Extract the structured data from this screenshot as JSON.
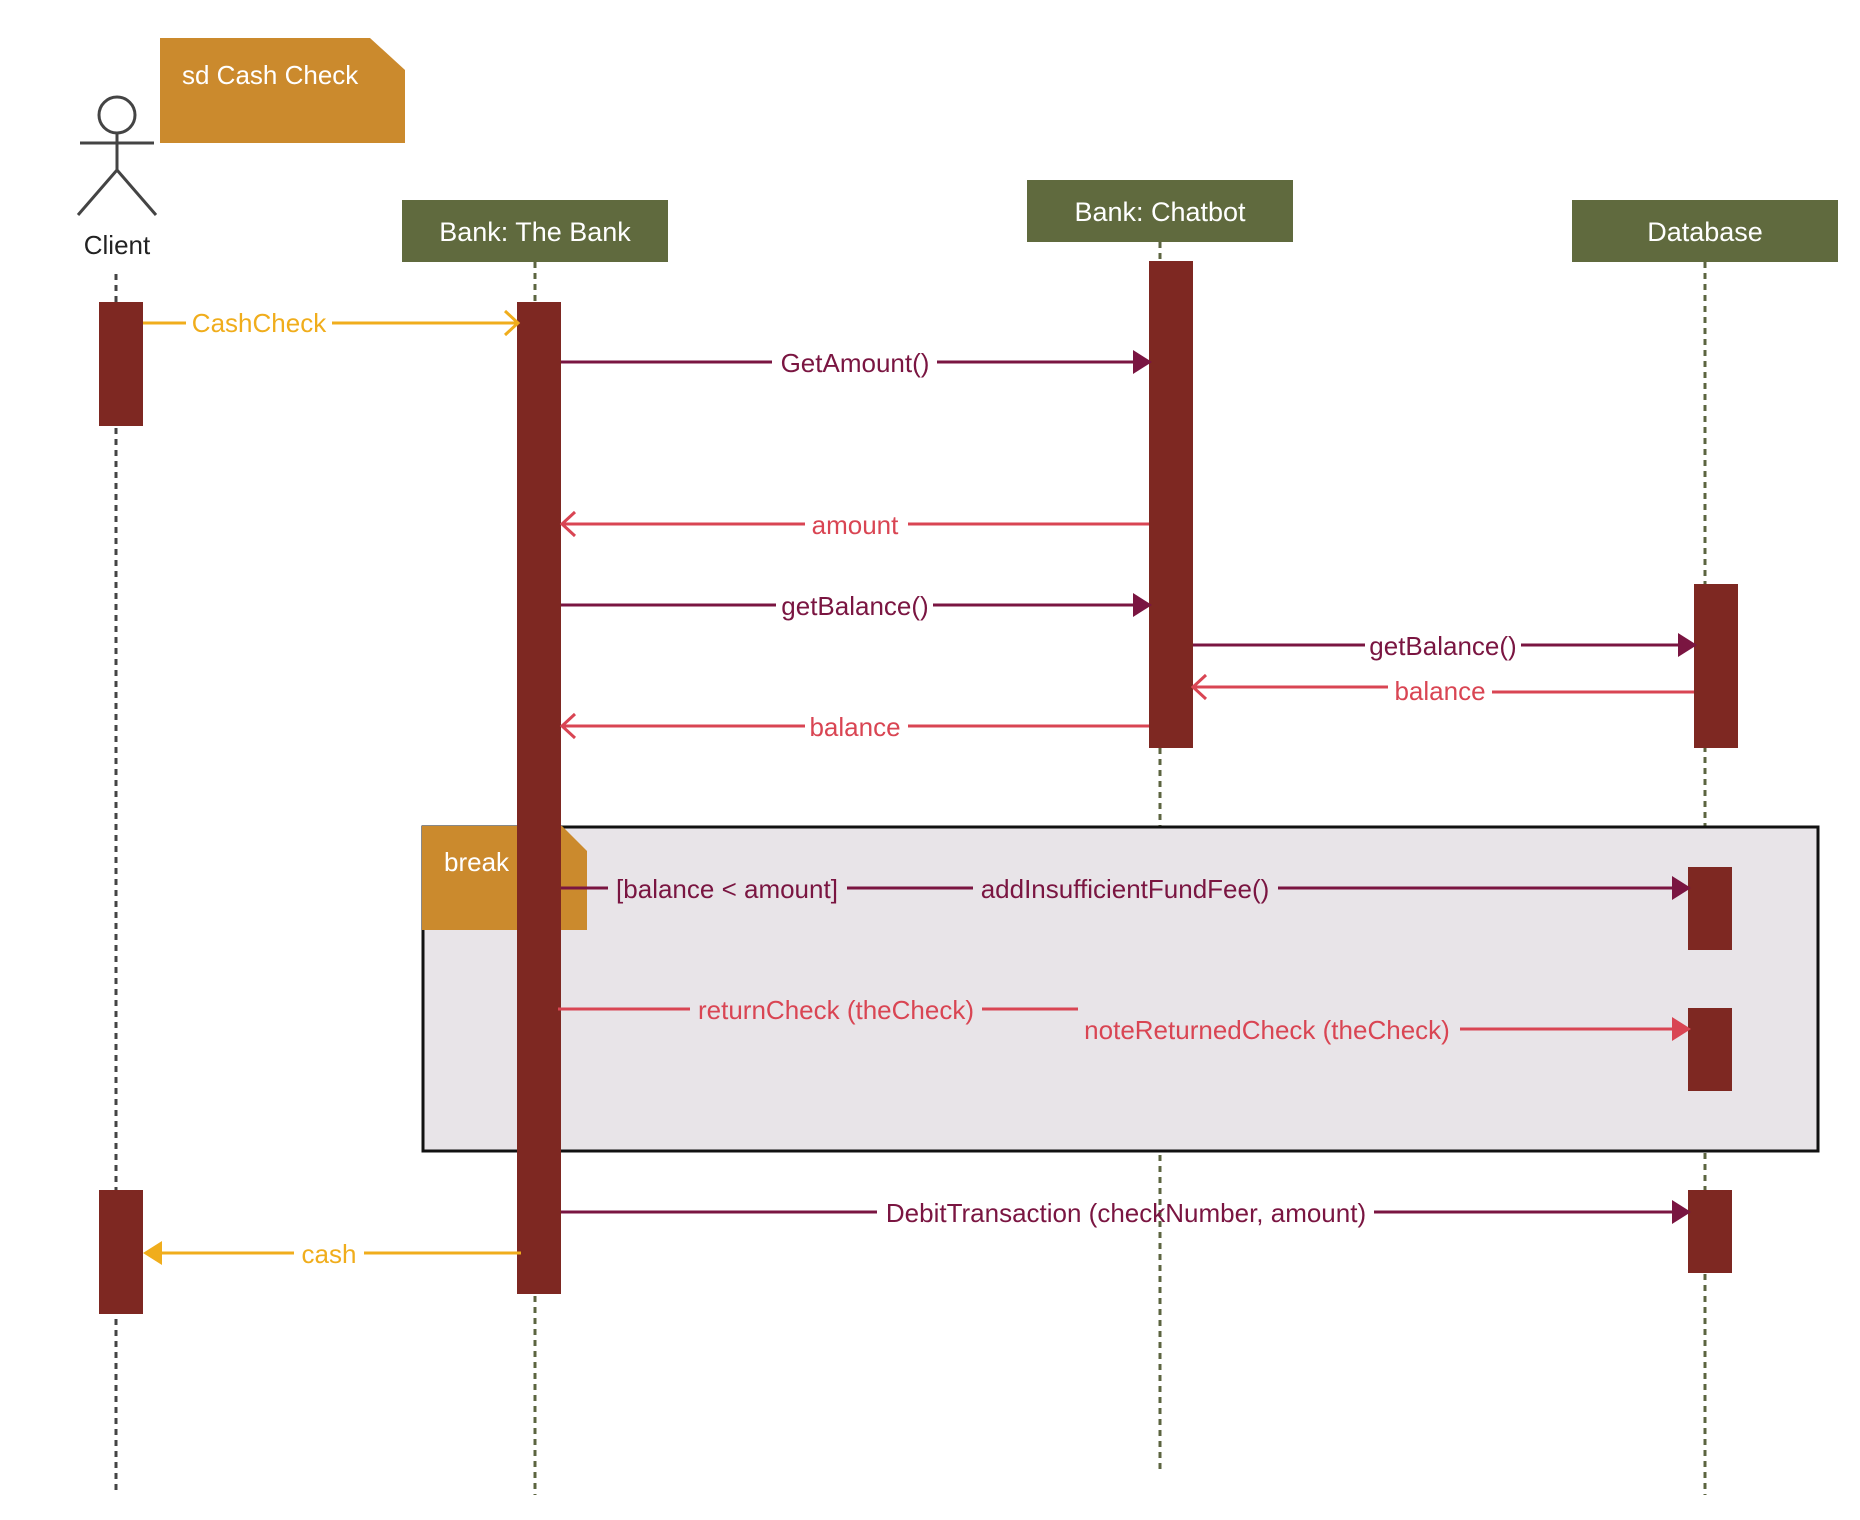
{
  "frame": {
    "title": "sd Cash Check"
  },
  "participants": {
    "client": {
      "label": "Client"
    },
    "bank": {
      "label": "Bank: The Bank"
    },
    "chatbot": {
      "label": "Bank: Chatbot"
    },
    "database": {
      "label": "Database"
    }
  },
  "fragment": {
    "operator": "break",
    "guard": "[balance < amount]"
  },
  "messages": {
    "cash_check": "CashCheck",
    "get_amount": "GetAmount()",
    "amount": "amount",
    "get_balance_bank": "getBalance()",
    "get_balance_chatbot": "getBalance()",
    "balance_db": "balance",
    "balance_chatbot": "balance",
    "add_fee": "addInsufficientFundFee()",
    "return_check": "returnCheck (theCheck)",
    "note_returned": "noteReturnedCheck (theCheck)",
    "debit": "DebitTransaction (checkNumber, amount)",
    "cash": "cash"
  },
  "colors": {
    "header": "#606a3e",
    "frame_tab": "#cb8a2d",
    "activation": "#7e2822",
    "call": "#7a1541",
    "reply": "#d94553",
    "client_msg": "#f0ad1c",
    "fragment_fill": "#e8e4e8",
    "lifeline": "#5c6540"
  }
}
